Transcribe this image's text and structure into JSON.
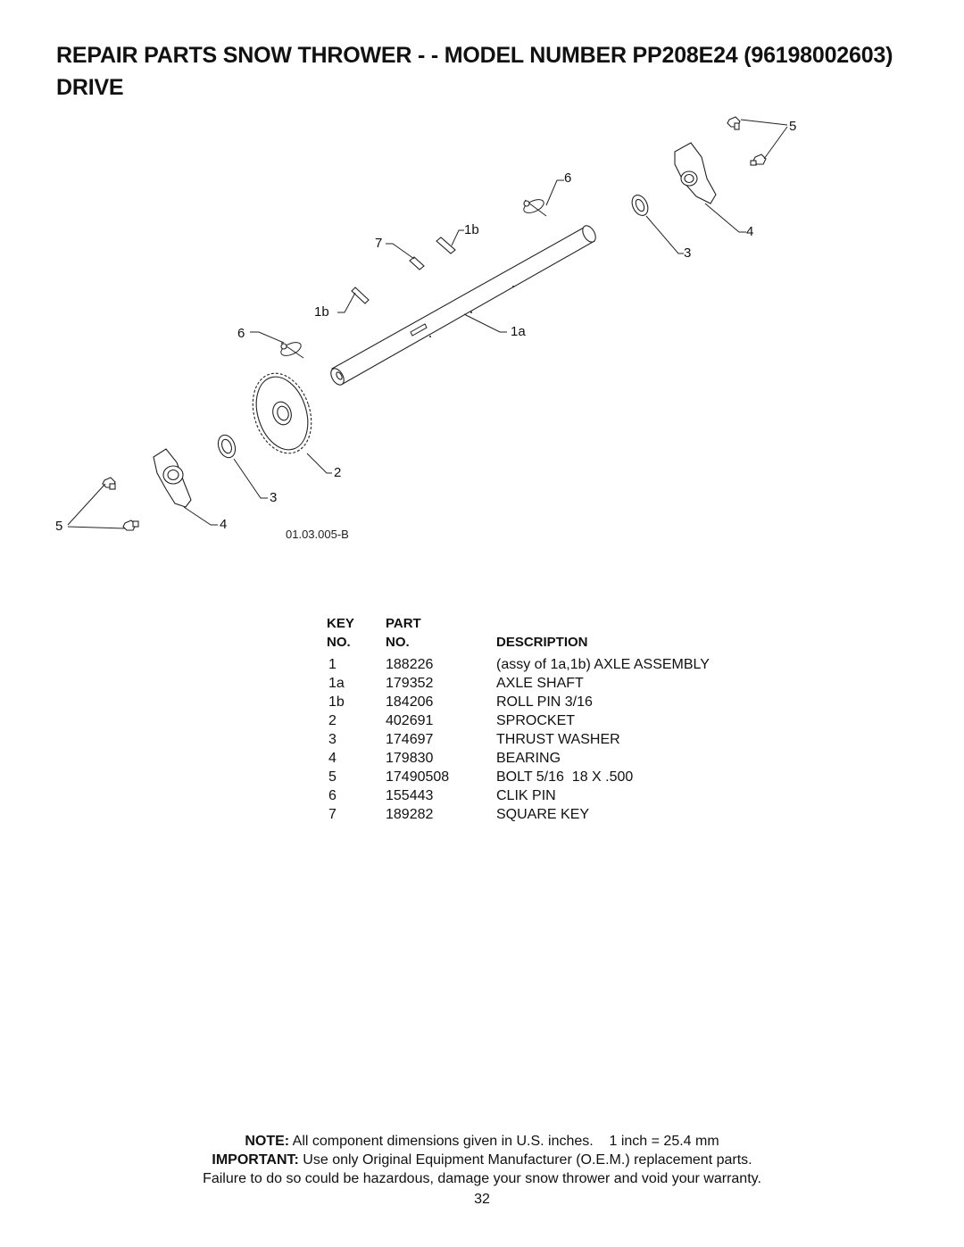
{
  "header": {
    "title_line1": "REPAIR PARTS  SNOW THROWER - - MODEL NUMBER  PP208E24 (96198002603)",
    "title_line2": "DRIVE"
  },
  "diagram": {
    "figure_id": "01.03.005-B",
    "callouts": [
      "5",
      "6",
      "1b",
      "7",
      "4",
      "3",
      "1b",
      "6",
      "1a",
      "2",
      "3",
      "5",
      "4"
    ]
  },
  "parts_table": {
    "headers": {
      "key_line1": "KEY",
      "key_line2": "NO.",
      "part_line1": "PART",
      "part_line2": "NO.",
      "description": "DESCRIPTION"
    },
    "rows": [
      {
        "key": "1",
        "part": "188226",
        "description": "(assy of 1a,1b) AXLE ASSEMBLY"
      },
      {
        "key": "1a",
        "part": "179352",
        "description": "AXLE SHAFT"
      },
      {
        "key": "1b",
        "part": "184206",
        "description": "ROLL PIN 3/16"
      },
      {
        "key": "2",
        "part": "402691",
        "description": "SPROCKET"
      },
      {
        "key": "3",
        "part": "174697",
        "description": "THRUST WASHER"
      },
      {
        "key": "4",
        "part": "179830",
        "description": "BEARING"
      },
      {
        "key": "5",
        "part": "17490508",
        "description": "BOLT 5/16  18 X .500"
      },
      {
        "key": "6",
        "part": "155443",
        "description": "CLIK PIN"
      },
      {
        "key": "7",
        "part": "189282",
        "description": "SQUARE KEY"
      }
    ]
  },
  "footer": {
    "note_label": "NOTE:",
    "note_text": " All component dimensions given in U.S. inches.    1 inch = 25.4 mm",
    "important_label": "IMPORTANT:",
    "important_text": " Use only Original Equipment Manufacturer (O.E.M.) replacement parts.",
    "warning_text": "Failure to do so could be hazardous, damage your snow thrower and void your warranty.",
    "page_number": "32"
  }
}
